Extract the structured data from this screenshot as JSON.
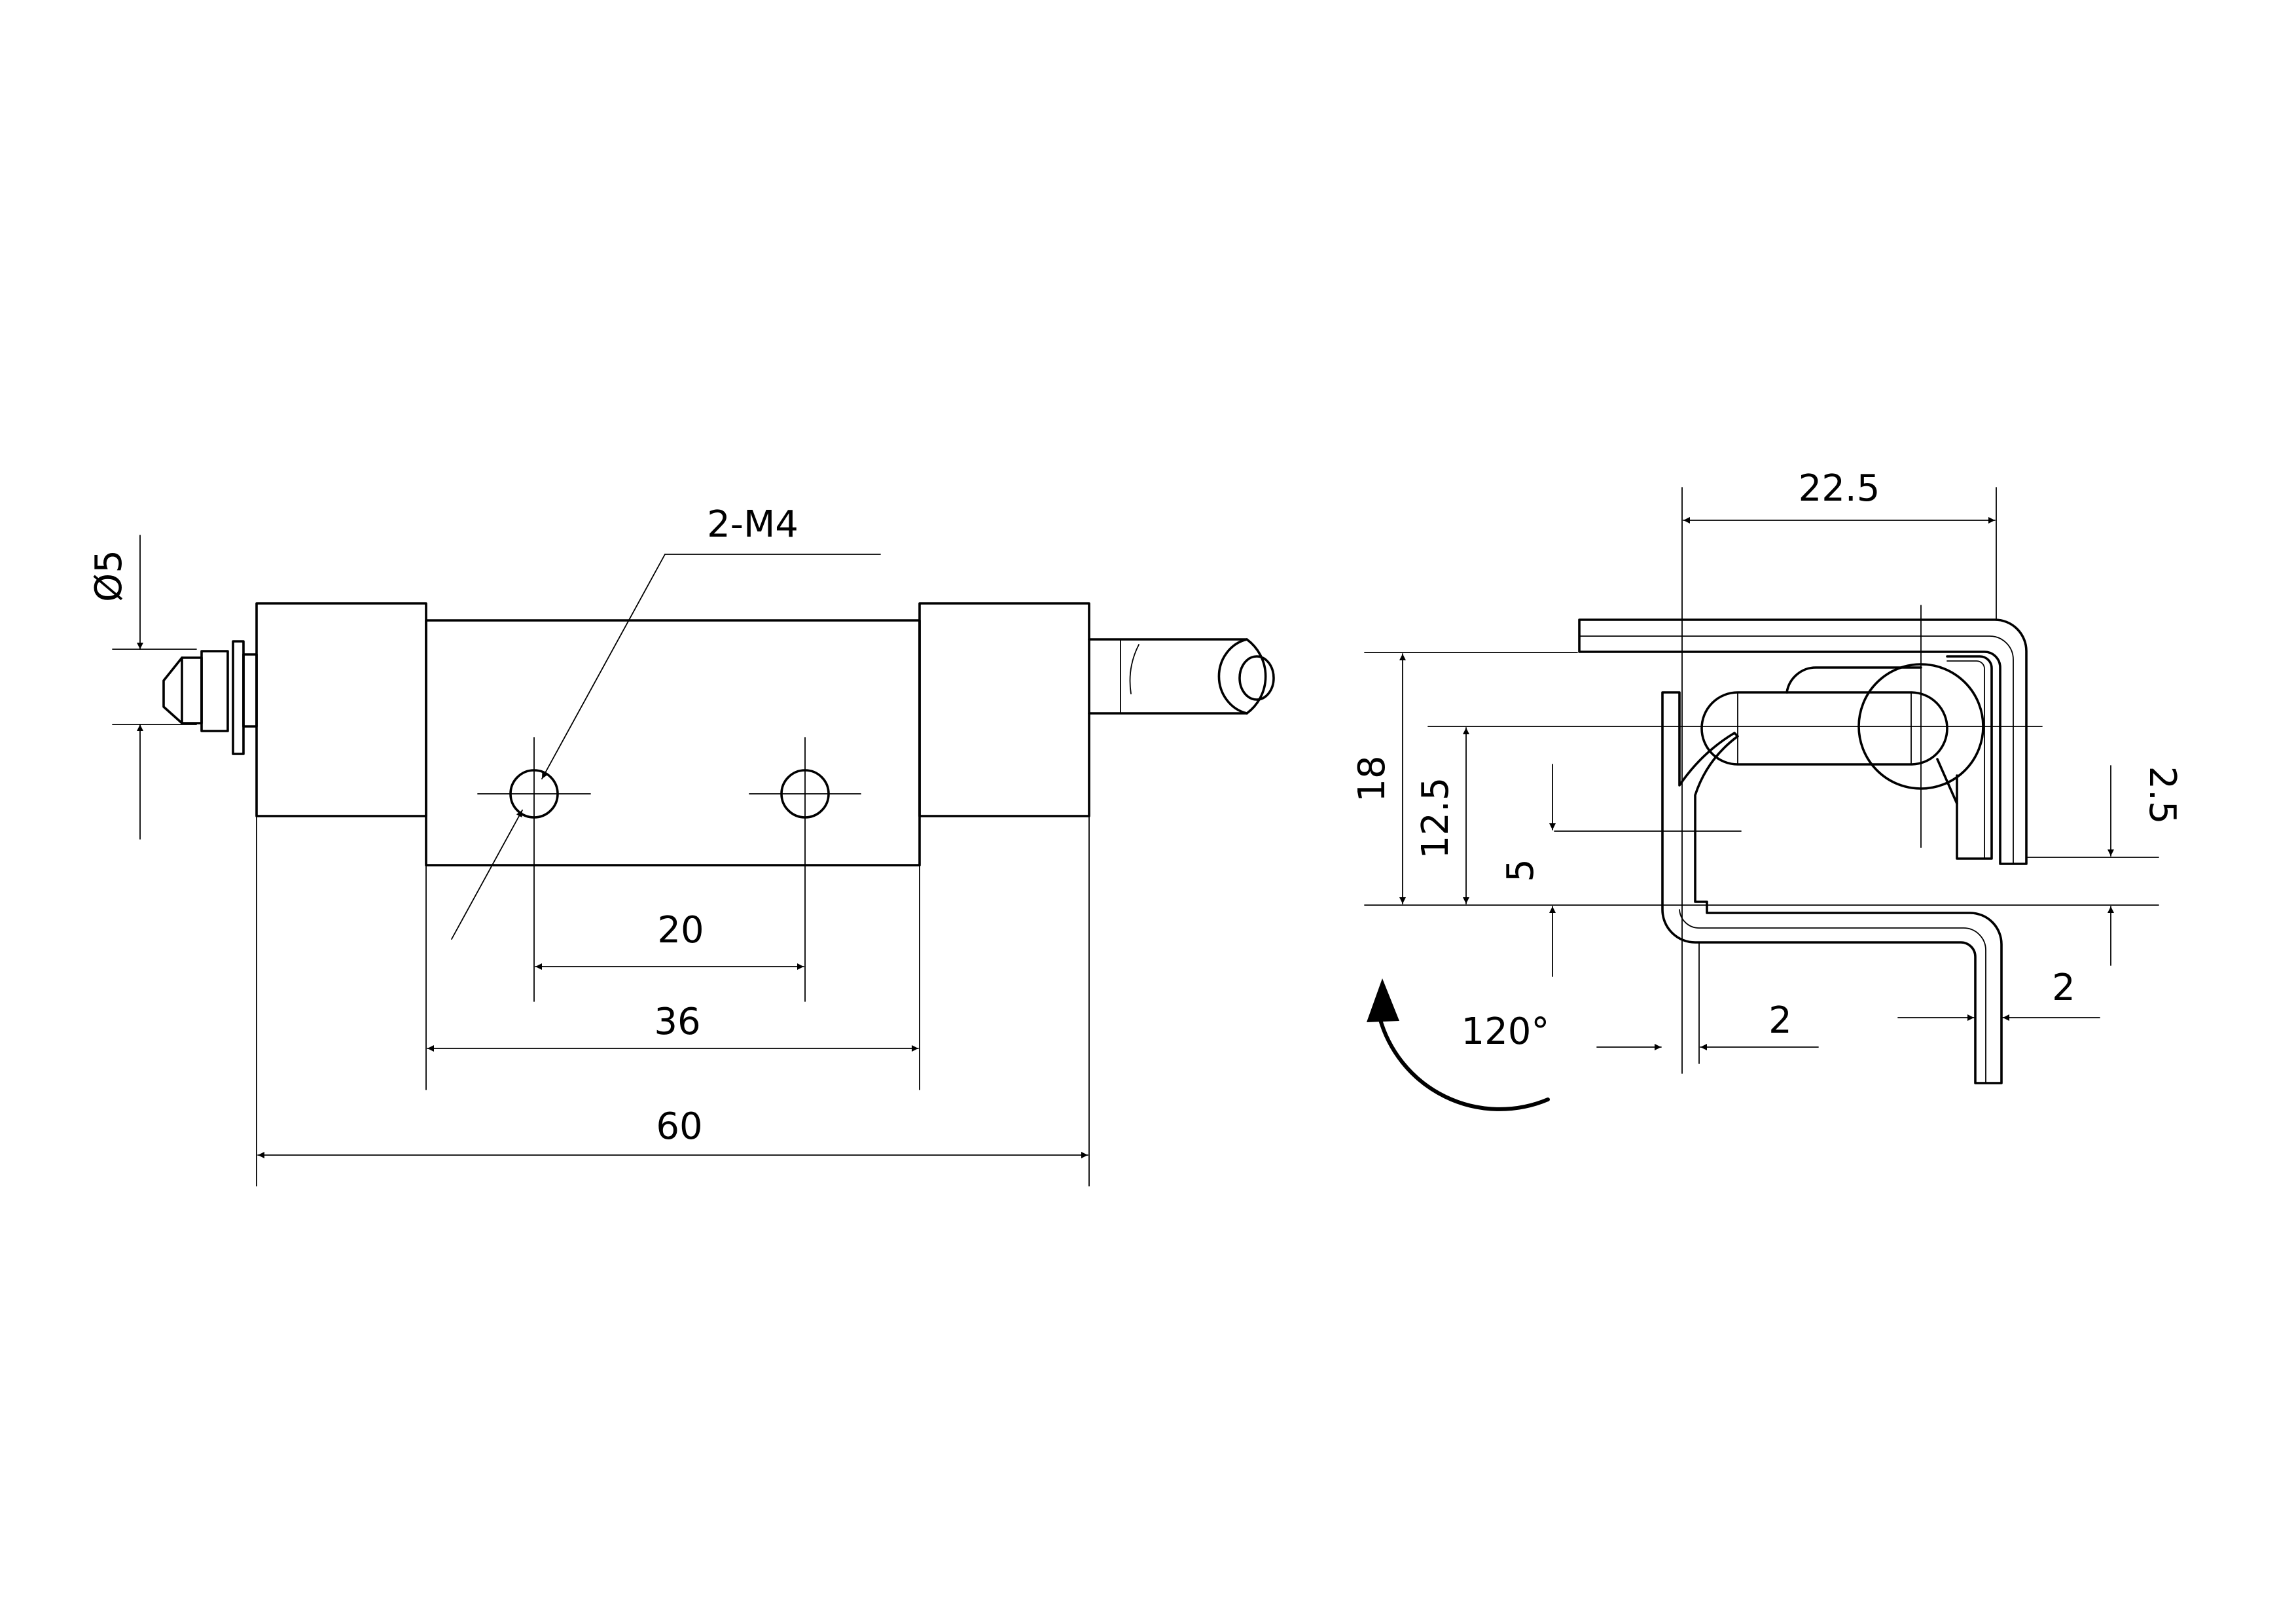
{
  "front_view": {
    "dim_dia_pin": "Ø5",
    "callout_holes": "2-M4",
    "dim_hole_pitch": "20",
    "dim_center_width": "36",
    "dim_overall_length": "60"
  },
  "side_view": {
    "dim_top_width": "22.5",
    "dim_height": "18",
    "dim_axis_height": "12.5",
    "dim_offset": "5",
    "dim_leaf_thickness": "2.5",
    "dim_plate_thickness_left": "2",
    "dim_plate_thickness_right": "2",
    "dim_opening_angle": "120°"
  }
}
